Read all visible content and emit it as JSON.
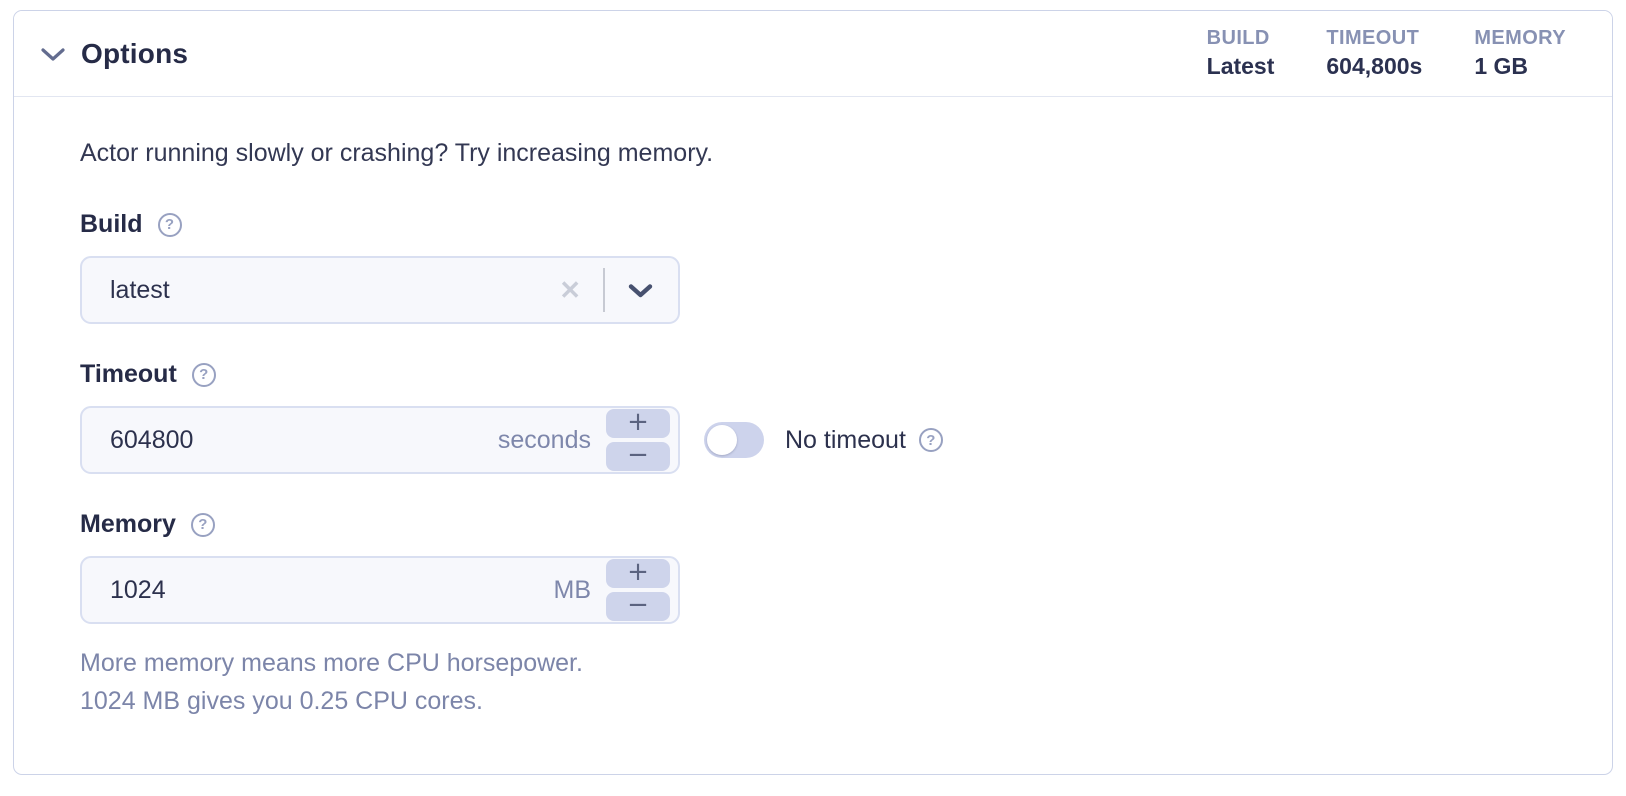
{
  "header": {
    "title": "Options",
    "summary": [
      {
        "label": "BUILD",
        "value": "Latest"
      },
      {
        "label": "TIMEOUT",
        "value": "604,800s"
      },
      {
        "label": "MEMORY",
        "value": "1 GB"
      }
    ]
  },
  "body": {
    "intro": "Actor running slowly or crashing? Try increasing memory.",
    "build": {
      "label": "Build",
      "value": "latest"
    },
    "timeout": {
      "label": "Timeout",
      "value": "604800",
      "unit": "seconds",
      "toggle_label": "No timeout",
      "toggle_state": "off"
    },
    "memory": {
      "label": "Memory",
      "value": "1024",
      "unit": "MB"
    },
    "memory_help": [
      "More memory means more CPU horsepower.",
      "1024 MB gives you 0.25 CPU cores."
    ]
  },
  "controls": {
    "increment": "+",
    "decrement": "−",
    "clear": "✕",
    "help": "?"
  },
  "colors": {
    "card_border": "#ccd3e8",
    "header_divider": "#e2e6f1",
    "input_bg": "#f7f8fc",
    "input_border": "#d9dff1",
    "stepper_bg": "#ced4eb",
    "toggle_track": "#cdd3ec",
    "text_dark": "#262b47",
    "text_muted": "#7c85a9",
    "summary_label": "#8791b3"
  }
}
